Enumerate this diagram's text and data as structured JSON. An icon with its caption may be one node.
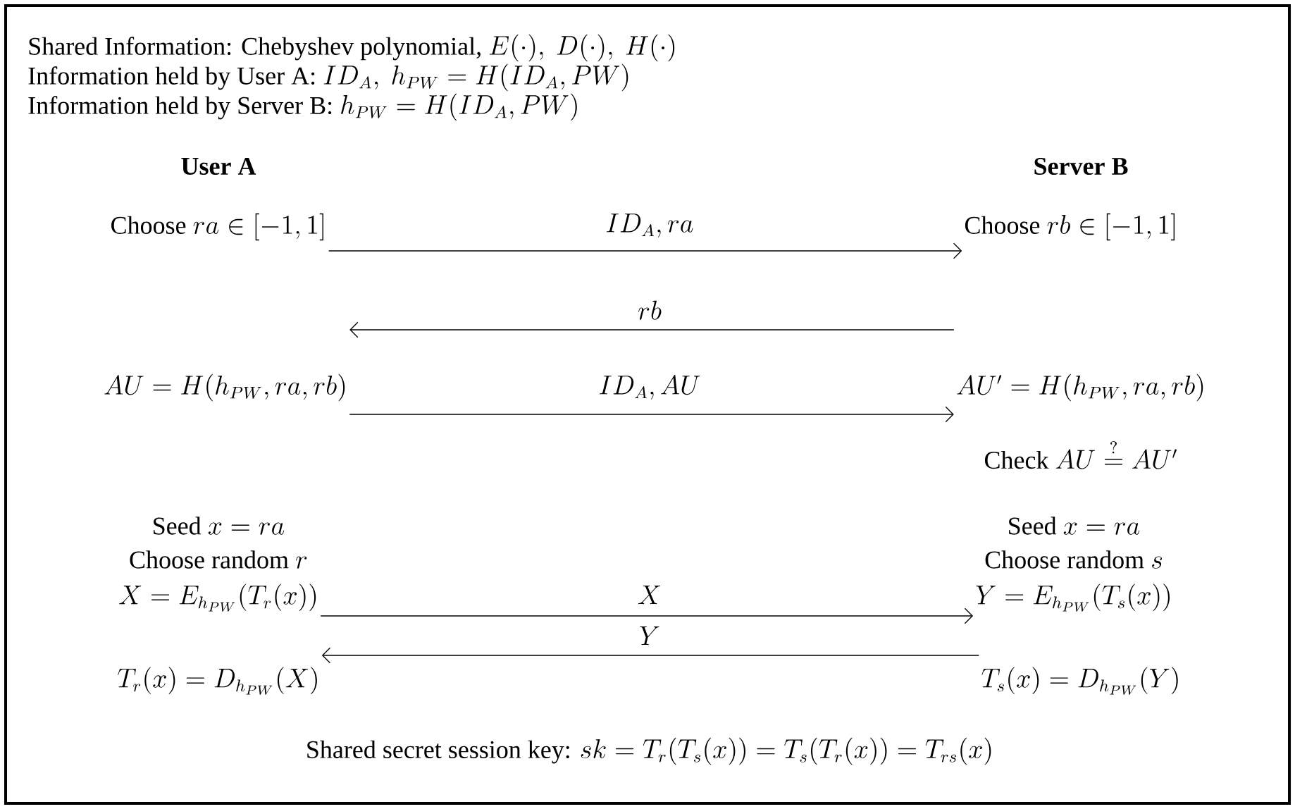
{
  "diagram": {
    "nodes": [
      {
        "text": [
          "\\text{Choose }ra\\in[-1,1]"
        ]
      },
      {
        "text": [
          "\\text{Choose }rb\\in[-1,1]"
        ]
      },
      {
        "text": [
          "AU=H(h_{PW},ra,rb)"
        ]
      },
      {
        "text": [
          "AU'=H(h_{PW},ra,rb)"
        ]
      },
      {
        "text": [
          "X=E_{h_{PW}}(T_r(x))"
        ]
      },
      {
        "text": [
          "Y=E_{h_{PW}}(T_s(x))"
        ]
      },
      {
        "text": [
          "T_r(x)=D_{h_{PW}}(X)"
        ]
      },
      {
        "text": [
          "T_s(x)=D_{h_{PW}}(Y)"
        ]
      }
    ],
    "edges": [
      {
        "from": 0,
        "to": 1,
        "arrow": "to",
        "label": "ID_A,ra"
      },
      {
        "from": 3,
        "to": 2,
        "arrow": "to",
        "label": "rb"
      },
      {
        "from": 2,
        "to": 3,
        "arrow": "to",
        "label": "ID_A,AU"
      },
      {
        "from": 4,
        "to": 5,
        "arrow": "to",
        "label": "X"
      },
      {
        "from": 7,
        "to": 6,
        "arrow": "to",
        "label": "Y"
      }
    ],
    "labels": [
      "\\text{Shared Information: Chebyshev polynomial, }E(\\cdot),\\ D(\\cdot),\\ H(\\cdot)",
      "\\text{Information held by User A: }ID_A,\\ h_{PW}=H(ID_A,PW)",
      "\\text{Information held by Server B: }h_{PW}=H(ID_A,PW)",
      "User A",
      "Server B",
      "\\text{Check }AU\\stackrel{?}{=}AU'",
      "\\text{Seed }x=ra",
      "\\text{Seed }x=ra",
      "\\text{Choose random }r",
      "\\text{Choose random }s",
      "\\text{Shared secret session key: }sk=T_r(T_s(x))=T_s(T_r(x))=T_{rs}(x)"
    ]
  }
}
